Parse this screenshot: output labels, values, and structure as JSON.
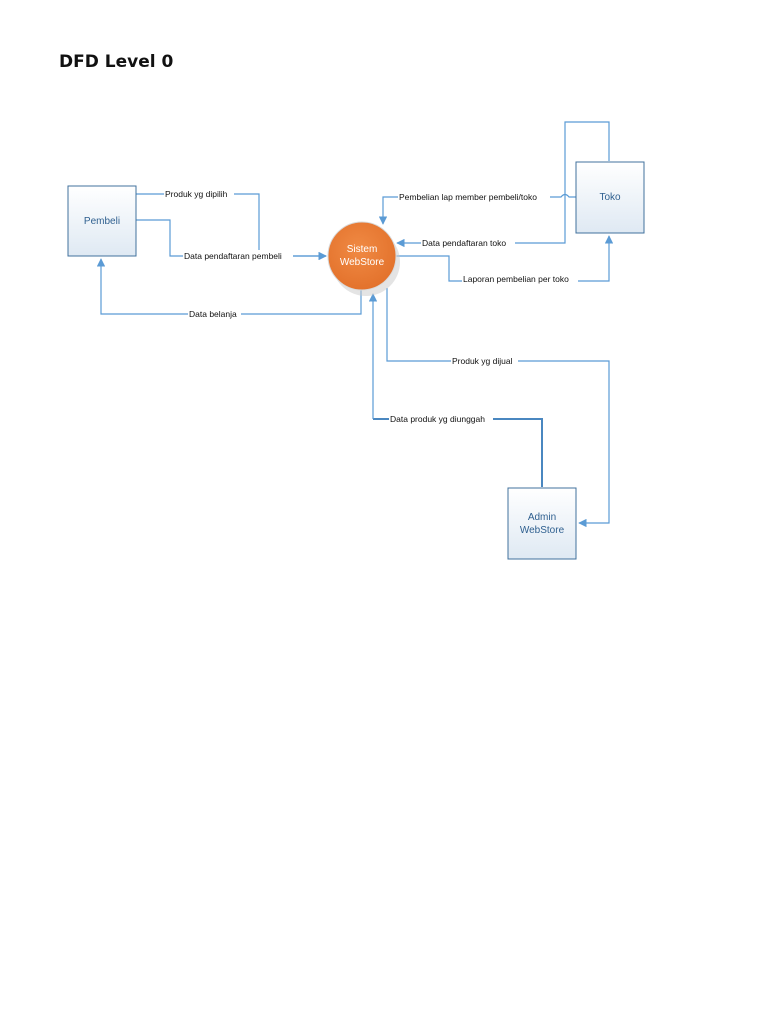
{
  "page": {
    "title": "DFD Level 0"
  },
  "colors": {
    "flow_line": "#5b9bd5",
    "entity_border": "#41719c",
    "entity_fill_top": "#ffffff",
    "entity_fill_bottom": "#dfe9f3",
    "process_fill": "#ed7d31",
    "entity_text": "#2e5f8f"
  },
  "entities": {
    "pembeli": {
      "label": "Pembeli"
    },
    "toko": {
      "label": "Toko"
    },
    "admin": {
      "line1": "Admin",
      "line2": "WebStore"
    }
  },
  "process": {
    "line1": "Sistem",
    "line2": "WebStore"
  },
  "flows": {
    "produk_dipilih": "Produk yg dipilih",
    "data_pendaftaran_pembeli": "Data pendaftaran pembeli",
    "data_belanja": "Data belanja",
    "pembelian_lap": "Pembelian lap member pembeli/toko",
    "data_pendaftaran_toko": "Data pendaftaran toko",
    "laporan_pembelian": "Laporan pembelian per toko",
    "produk_dijual": "Produk yg dijual",
    "data_produk_diunggah": "Data produk yg diunggah"
  }
}
